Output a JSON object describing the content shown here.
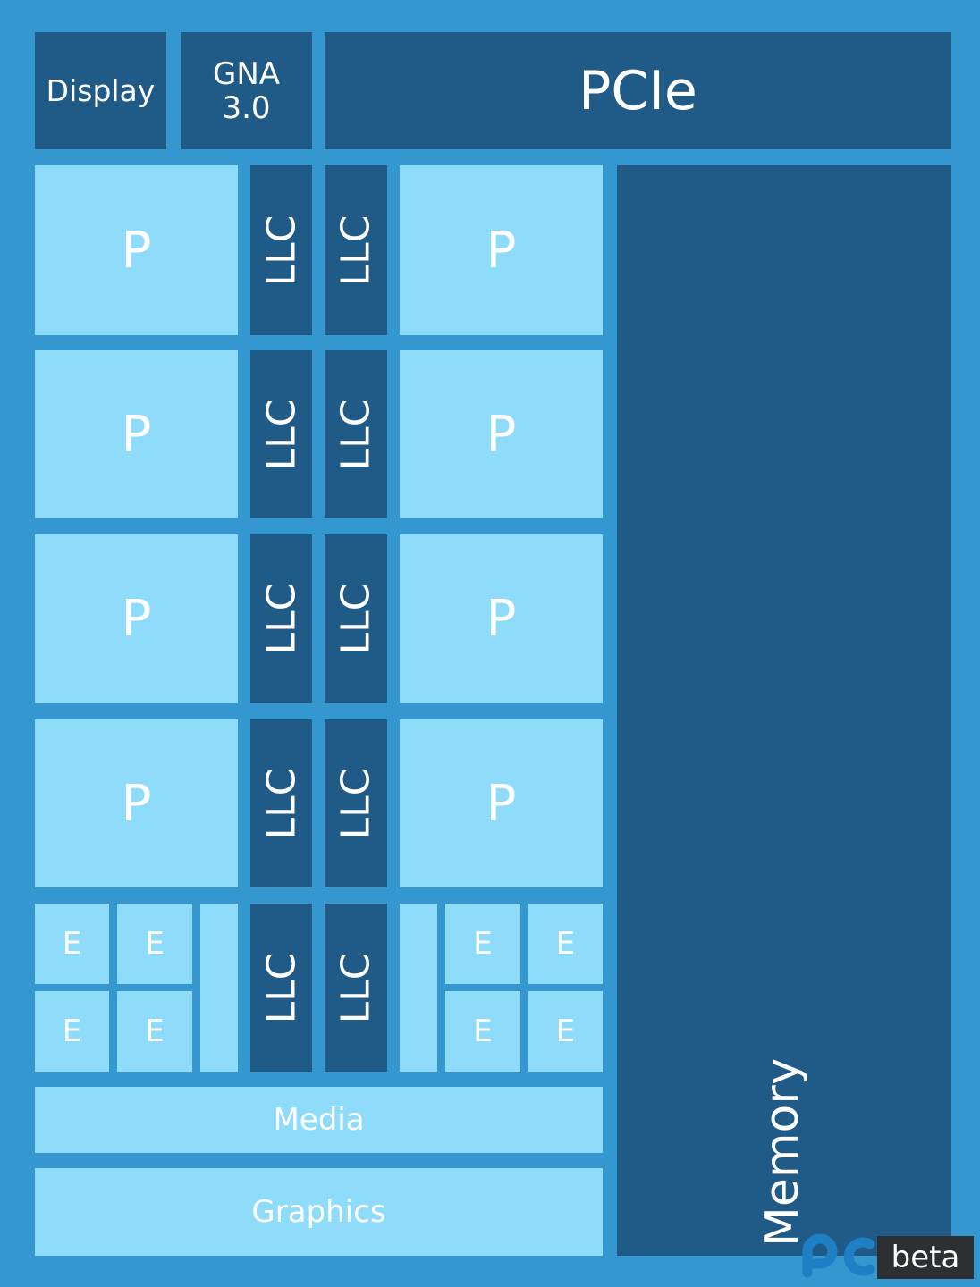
{
  "blocks": {
    "display": "Display",
    "gna_line1": "GNA",
    "gna_line2": "3.0",
    "pcie": "PCIe",
    "memory": "Memory",
    "media": "Media",
    "graphics": "Graphics",
    "p_core": "P",
    "e_core": "E",
    "llc": "LLC"
  },
  "colors": {
    "background": "#3597cf",
    "dark_block": "#1f5b86",
    "light_block": "#8fdcfa",
    "text": "#ffffff"
  },
  "watermark": {
    "logo_icon": "pc-logo-icon",
    "label": "beta"
  }
}
